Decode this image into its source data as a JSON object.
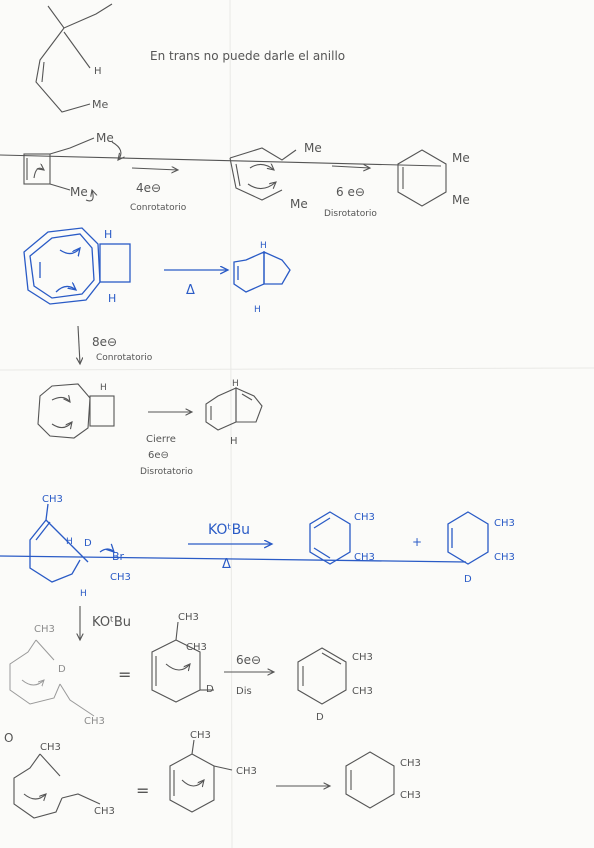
{
  "note_trans": "En trans no puede darle el anillo",
  "row1": {
    "label_H": "H",
    "label_Me": "Me"
  },
  "row2": {
    "me_top": "Me",
    "me_bottom": "Me",
    "electrons": "4e⊖",
    "mode": "Conrotatorio",
    "mid_me_top": "Me",
    "mid_me_bottom": "Me",
    "electrons2": "6 e⊖",
    "mode2": "Disrotatorio",
    "prod_me_top": "Me",
    "prod_me_bottom": "Me"
  },
  "row3": {
    "h_top": "H",
    "h_bottom": "H",
    "condition": "Δ",
    "prod_h_top": "H",
    "prod_h_bottom": "H"
  },
  "row4": {
    "electrons": "8e⊖",
    "mode": "Conrotatorio",
    "h_label": "H",
    "prod_h_top": "H",
    "prod_h_bottom": "H",
    "cierre": "Cierre",
    "electrons2": "6e⊖",
    "mode2": "Disrotatorio"
  },
  "row5": {
    "ch3_top": "CH3",
    "h": "H",
    "d": "D",
    "br": "Br",
    "ch3_side": "CH3",
    "h2": "H",
    "reagent": "KOᵗBu",
    "condition": "Δ",
    "prod1_ch3_top": "CH3",
    "prod1_ch3_bottom": "CH3",
    "plus": "+",
    "prod2_ch3_top": "CH3",
    "prod2_ch3_bottom": "CH3",
    "prod2_d": "D"
  },
  "row6": {
    "reagent": "KOᵗBu",
    "ch3_a": "CH3",
    "d": "D",
    "ch3_b": "CH3",
    "equals": "=",
    "ch3_c": "CH3",
    "ch3_d": "CH3",
    "d2": "D",
    "electrons": "6e⊖",
    "mode": "Dis",
    "prod_ch3_top": "CH3",
    "prod_ch3_bottom": "CH3",
    "prod_d": "D"
  },
  "row7": {
    "circle": "O",
    "ch3_a": "CH3",
    "ch3_b": "CH3",
    "equals": "=",
    "ch3_c": "CH3",
    "ch3_d": "CH3",
    "prod_ch3_top": "CH3",
    "prod_ch3_bottom": "CH3"
  }
}
